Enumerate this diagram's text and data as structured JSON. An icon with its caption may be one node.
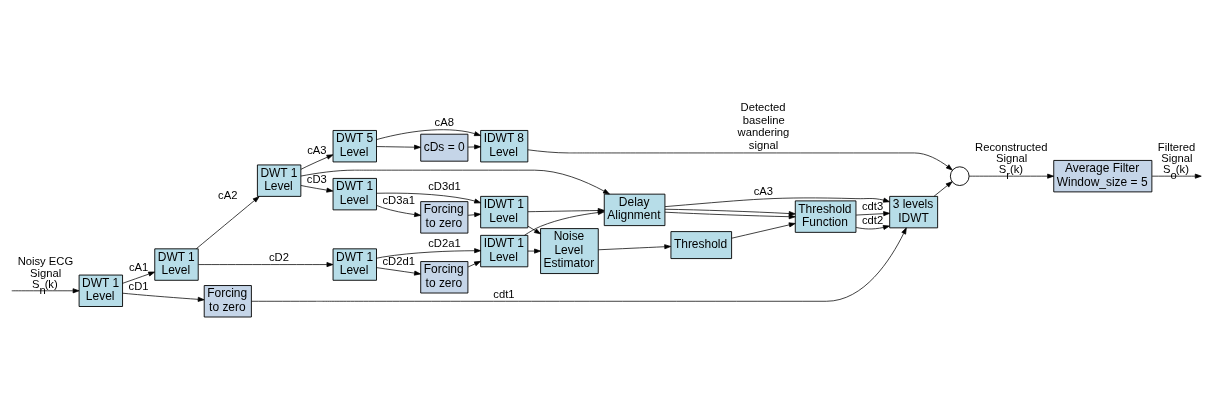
{
  "diagram": {
    "nodes": [
      {
        "text": [
          "DWT 1 Level"
        ]
      },
      {
        "text": [
          "DWT 1 Level"
        ]
      },
      {
        "text": [
          "DWT 1 Level"
        ]
      },
      {
        "text": [
          "DWT 5 Level"
        ]
      },
      {
        "text": [
          "cDs = 0"
        ]
      },
      {
        "text": [
          "IDWT 8 Level"
        ]
      },
      {
        "text": [
          "DWT 1 Level"
        ]
      },
      {
        "text": [
          "Forcing to zero"
        ]
      },
      {
        "text": [
          "IDWT 1 Level"
        ]
      },
      {
        "text": [
          "DWT 1 Level"
        ]
      },
      {
        "text": [
          "Forcing to zero"
        ]
      },
      {
        "text": [
          "IDWT 1 Level"
        ]
      },
      {
        "text": [
          "Delay Alignment"
        ]
      },
      {
        "text": [
          "Threshold Function"
        ]
      },
      {
        "text": [
          "Noise Level Estimator"
        ]
      },
      {
        "text": [
          "Threshold"
        ]
      },
      {
        "text": [
          "Forcing to zero"
        ]
      },
      {
        "text": [
          "3 levels IDWT"
        ]
      },
      {
        "text": [],
        "shape": "circle"
      },
      {
        "text": [
          "Average Filter Window_size = 5"
        ]
      }
    ],
    "edges": [
      {
        "from": null,
        "to": 0,
        "arrow": "to",
        "label": "Noisy ECG Signal S$_{n}$(k)"
      },
      {
        "from": 0,
        "to": 1,
        "arrow": "to",
        "label": "cA1"
      },
      {
        "from": 1,
        "to": 2,
        "arrow": "to",
        "label": "cA2"
      },
      {
        "from": 2,
        "to": 3,
        "arrow": "to",
        "label": "cA3"
      },
      {
        "from": 3,
        "to": 5,
        "arrow": "to",
        "label": "cA8"
      },
      {
        "from": 3,
        "to": 4,
        "arrow": "to"
      },
      {
        "from": 4,
        "to": 5,
        "arrow": "to"
      },
      {
        "from": 2,
        "to": 6,
        "arrow": "to",
        "label": "cD3"
      },
      {
        "from": 6,
        "to": 7,
        "arrow": "to",
        "label": "cD3a1"
      },
      {
        "from": 7,
        "to": 8,
        "arrow": "to"
      },
      {
        "from": 6,
        "to": 8,
        "arrow": "to",
        "label": "cD3d1"
      },
      {
        "from": 2,
        "to": 12,
        "arrow": "to"
      },
      {
        "from": 1,
        "to": 9,
        "arrow": "to",
        "label": "cD2"
      },
      {
        "from": 9,
        "to": 11,
        "arrow": "to",
        "label": "cD2a1"
      },
      {
        "from": 9,
        "to": 10,
        "arrow": "to",
        "label": "cD2d1"
      },
      {
        "from": 10,
        "to": 11,
        "arrow": "to"
      },
      {
        "from": 11,
        "to": 12,
        "arrow": "to"
      },
      {
        "from": 8,
        "to": 12,
        "arrow": "to"
      },
      {
        "from": 11,
        "to": 14,
        "arrow": "to"
      },
      {
        "from": 8,
        "to": 14,
        "arrow": "to"
      },
      {
        "from": 12,
        "to": 13,
        "arrow": "to"
      },
      {
        "from": 12,
        "to": 13,
        "arrow": "to"
      },
      {
        "from": 14,
        "to": 15,
        "arrow": "to"
      },
      {
        "from": 15,
        "to": 13,
        "arrow": "to"
      },
      {
        "from": 0,
        "to": 16,
        "arrow": "to",
        "label": "cD1"
      },
      {
        "from": 12,
        "to": 17,
        "arrow": "to",
        "label": "cA3"
      },
      {
        "from": 13,
        "to": 17,
        "arrow": "to",
        "label": "cdt3"
      },
      {
        "from": 13,
        "to": 17,
        "arrow": "to",
        "label": "cdt2"
      },
      {
        "from": 16,
        "to": 17,
        "arrow": "to",
        "label": "cdt1"
      },
      {
        "from": 5,
        "to": 18,
        "arrow": "to",
        "label": "Detected baseline wandering signal"
      },
      {
        "from": 17,
        "to": 18,
        "arrow": "to"
      },
      {
        "from": 18,
        "to": 19,
        "arrow": "to",
        "label": "Reconstructed Signal S$_{r}$(k)"
      },
      {
        "from": 19,
        "to": null,
        "arrow": "to",
        "label": "Filtered Signal S$_{o}$(k)"
      }
    ]
  }
}
